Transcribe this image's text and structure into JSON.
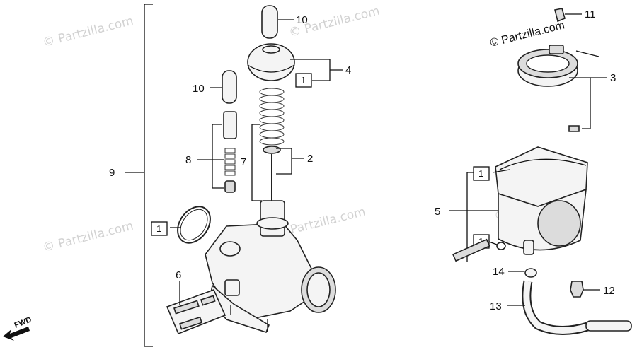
{
  "credit": "© Partzilla.com",
  "watermark": "© Partzilla.com",
  "fwd_label": "FWD",
  "box_label": "1",
  "callouts": {
    "c2": "2",
    "c3": "3",
    "c4": "4",
    "c5": "5",
    "c6": "6",
    "c7": "7",
    "c8": "8",
    "c9": "9",
    "c10a": "10",
    "c10b": "10",
    "c11": "11",
    "c12": "12",
    "c13": "13",
    "c14": "14"
  }
}
